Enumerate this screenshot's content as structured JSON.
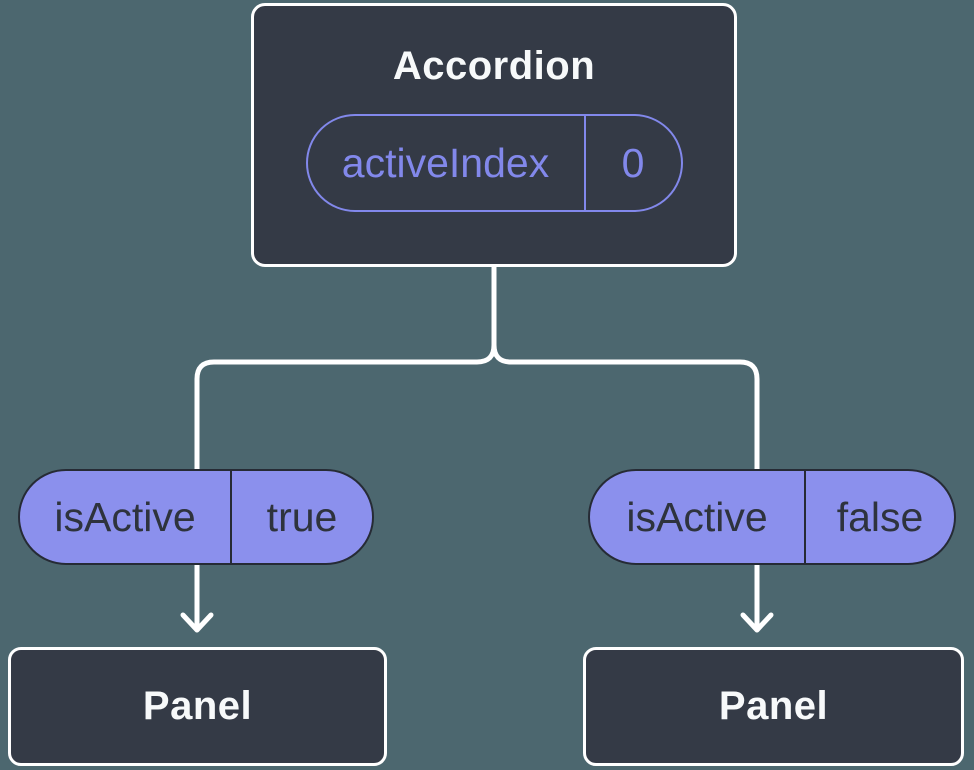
{
  "diagram": {
    "root": {
      "title": "Accordion",
      "state": {
        "label": "activeIndex",
        "value": "0"
      }
    },
    "props": [
      {
        "label": "isActive",
        "value": "true"
      },
      {
        "label": "isActive",
        "value": "false"
      }
    ],
    "children": [
      {
        "title": "Panel"
      },
      {
        "title": "Panel"
      }
    ],
    "colors": {
      "background": "#4C676F",
      "node_fill": "#343A46",
      "node_border": "#FFFFFF",
      "connector": "#FFFFFF",
      "accent_purple": "#8288EB",
      "prop_pill_fill": "#8B90ED",
      "prop_pill_outline": "#262B35",
      "dark_text": "#2E333D",
      "light_text": "#F7F9FA"
    }
  }
}
